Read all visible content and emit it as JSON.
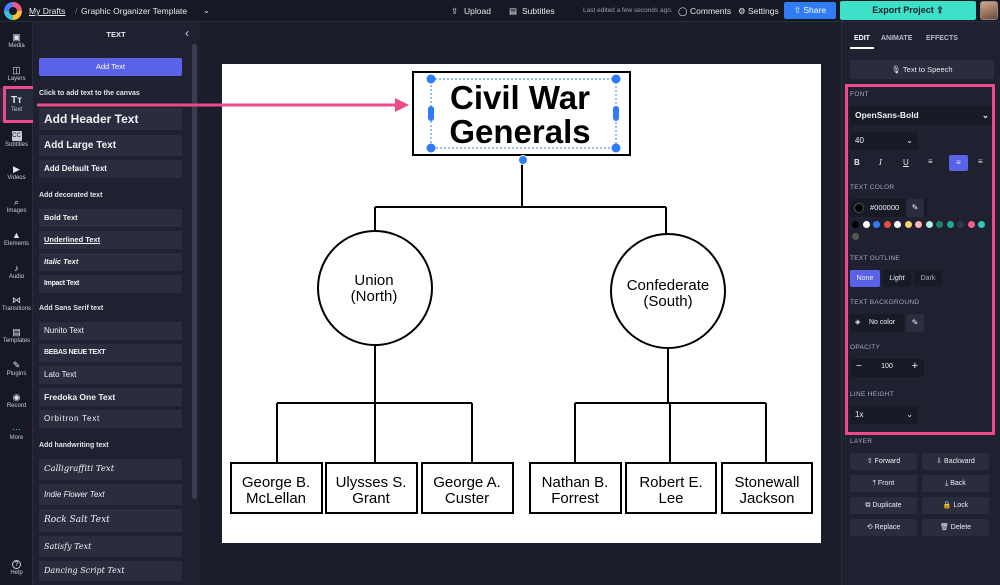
{
  "topbar": {
    "my_drafts": "My Drafts",
    "project_title": "Graphic Organizer Template",
    "upload": "Upload",
    "subtitles": "Subtitles",
    "last_edited": "Last edited a few seconds ago.",
    "comments": "Comments",
    "settings": "Settings",
    "share": "Share",
    "export": "Export Project"
  },
  "rail": [
    {
      "label": "Media",
      "icon": "▣"
    },
    {
      "label": "Layers",
      "icon": "◫"
    },
    {
      "label": "Text",
      "icon": "Tт"
    },
    {
      "label": "Subtitles",
      "icon": "CC"
    },
    {
      "label": "Videos",
      "icon": "▶"
    },
    {
      "label": "Images",
      "icon": "⌕"
    },
    {
      "label": "Elements",
      "icon": "▲"
    },
    {
      "label": "Audio",
      "icon": "♪"
    },
    {
      "label": "Transitions",
      "icon": "⋈"
    },
    {
      "label": "Templates",
      "icon": "▤"
    },
    {
      "label": "Plugins",
      "icon": "✎"
    },
    {
      "label": "Record",
      "icon": "◉"
    },
    {
      "label": "More",
      "icon": "⋯"
    },
    {
      "label": "Help",
      "icon": "?"
    }
  ],
  "text_panel": {
    "title": "TEXT",
    "add_text": "Add Text",
    "hint": "Click to add text to the canvas",
    "header": "Add Header Text",
    "large": "Add Large Text",
    "default": "Add Default Text",
    "decorated_label": "Add decorated text",
    "decorated": [
      "Bold Text",
      "Underlined Text",
      "Italic Text",
      "Impact Text"
    ],
    "sans_label": "Add Sans Serif text",
    "sans": [
      "Nunito Text",
      "BEBAS NEUE TEXT",
      "Lato Text",
      "Fredoka One Text",
      "Orbitron Text"
    ],
    "hand_label": "Add handwriting text",
    "hand": [
      "Calligraffiti Text",
      "Indie Flower Text",
      "Rock Salt Text",
      "Satisfy Text",
      "Dancing Script Text"
    ]
  },
  "diagram": {
    "title_line1": "Civil War",
    "title_line2": "Generals",
    "union": [
      "Union",
      "(North)"
    ],
    "confederate": [
      "Confederate",
      "(South)"
    ],
    "generals": [
      [
        "George B.",
        "McLellan"
      ],
      [
        "Ulysses S.",
        "Grant"
      ],
      [
        "George A.",
        "Custer"
      ],
      [
        "Nathan B.",
        "Forrest"
      ],
      [
        "Robert E.",
        "Lee"
      ],
      [
        "Stonewall",
        "Jackson"
      ]
    ]
  },
  "right_panel": {
    "tabs": [
      "EDIT",
      "ANIMATE",
      "EFFECTS"
    ],
    "tts": "Text to Speech",
    "font_label": "FONT",
    "font": "OpenSans-Bold",
    "size": "40",
    "text_color_label": "TEXT COLOR",
    "hex": "#000000",
    "swatches": [
      "#000000",
      "#ffffff",
      "#2f7cf6",
      "#e74c3c",
      "#ffffff",
      "#f7d36b",
      "#ffb3b3",
      "#b6f0e8",
      "#1e7f6e",
      "#26a69a",
      "#2d3a4a",
      "#f25c8a",
      "#30c7c0",
      "#555555"
    ],
    "outline_label": "TEXT OUTLINE",
    "outline": [
      "None",
      "Light",
      "Dark"
    ],
    "background_label": "TEXT BACKGROUND",
    "no_color": "No color",
    "opacity_label": "OPACITY",
    "opacity": "100",
    "line_height_label": "LINE HEIGHT",
    "line_height": "1x",
    "layer_label": "LAYER",
    "layer_buttons": [
      "Forward",
      "Backward",
      "Front",
      "Back",
      "Duplicate",
      "Lock",
      "Replace",
      "Delete"
    ]
  }
}
